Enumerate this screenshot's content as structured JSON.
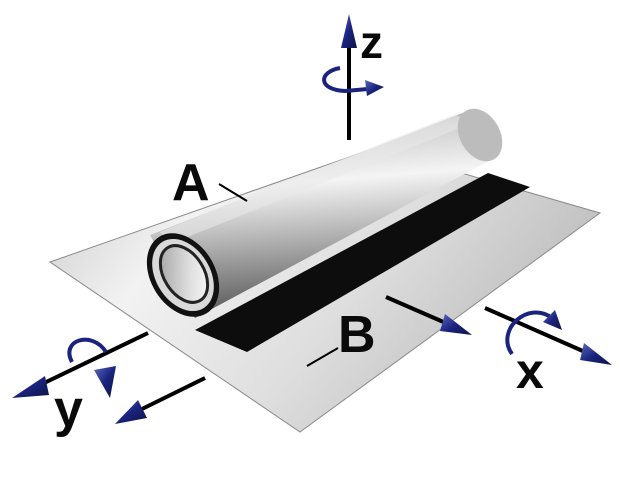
{
  "labels": {
    "a": "A",
    "b": "B",
    "x": "x",
    "y": "y",
    "z": "z"
  },
  "colors": {
    "arrow_head": "#1a237e",
    "arrow_head_light": "#3949ab",
    "arrow_shaft": "#000000",
    "label": "#0a0a0a",
    "shadow": "#0d0d0d"
  }
}
